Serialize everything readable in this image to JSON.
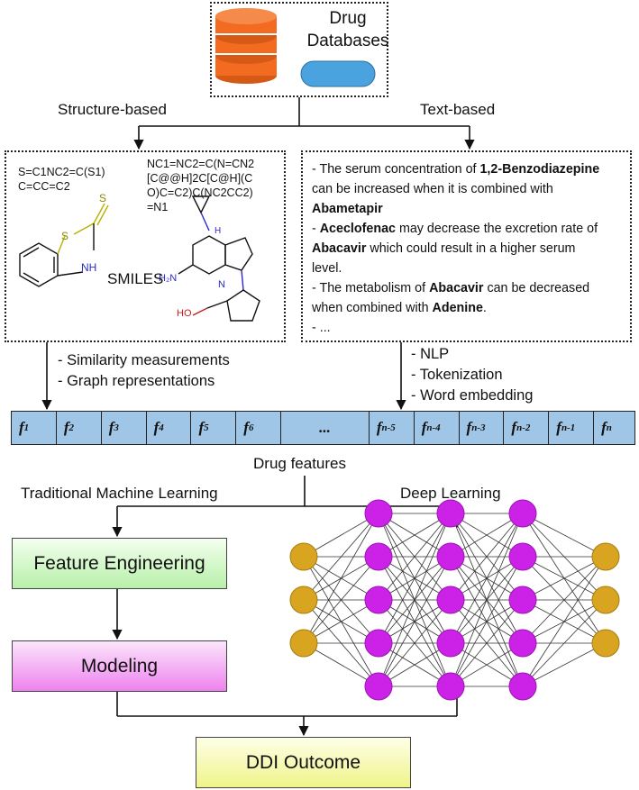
{
  "database": {
    "title_line1": "Drug",
    "title_line2": "Databases"
  },
  "branches": {
    "structure": "Structure-based",
    "text": "Text-based"
  },
  "structure_panel": {
    "smiles_1_line1": "S=C1NC2=C(S1)",
    "smiles_1_line2": "C=CC=C2",
    "smiles_2_line1": "NC1=NC2=C(N=CN2",
    "smiles_2_line2": "[C@@H]2C[C@H](C",
    "smiles_2_line3": "O)C=C2)C(NC2CC2)",
    "smiles_2_line4": "=N1",
    "smiles_label": "SMILES",
    "atom_S": "S",
    "atom_S2": "S",
    "atom_NH": "NH",
    "atom_N": "N",
    "atom_NH2": "H₂N",
    "atom_HO": "HO",
    "atom_H": "H"
  },
  "text_panel": {
    "l1a": "- The serum concentration of ",
    "l1b": "1,2-Benzodiazepine",
    "l2": "can be increased when it is combined with",
    "l3": "Abametapir",
    "l4a": "- ",
    "l4b": "Aceclofenac",
    "l4c": " may decrease the excretion rate of",
    "l5a": "Abacavir",
    "l5b": " which could result in a higher serum",
    "l6": "level.",
    "l7a": "- The metabolism of ",
    "l7b": "Abacavir",
    "l7c": " can be decreased",
    "l8a": "when combined with ",
    "l8b": "Adenine",
    "l8c": ".",
    "l9": "- ..."
  },
  "structure_methods": [
    "- Similarity measurements",
    "- Graph representations"
  ],
  "text_methods": [
    "- NLP",
    "- Tokenization",
    "- Word embedding"
  ],
  "features": {
    "cells": [
      {
        "base": "f",
        "sub": "1"
      },
      {
        "base": "f",
        "sub": "2"
      },
      {
        "base": "f",
        "sub": "3"
      },
      {
        "base": "f",
        "sub": "4"
      },
      {
        "base": "f",
        "sub": "5"
      },
      {
        "base": "f",
        "sub": "6"
      },
      {
        "base": "...",
        "sub": ""
      },
      {
        "base": "f",
        "sub": "n-5"
      },
      {
        "base": "f",
        "sub": "n-4"
      },
      {
        "base": "f",
        "sub": "n-3"
      },
      {
        "base": "f",
        "sub": "n-2"
      },
      {
        "base": "f",
        "sub": "n-1"
      },
      {
        "base": "f",
        "sub": "n"
      }
    ],
    "caption": "Drug features"
  },
  "learning": {
    "traditional": "Traditional Machine Learning",
    "deep": "Deep Learning"
  },
  "boxes": {
    "feature_engineering": "Feature Engineering",
    "modeling": "Modeling",
    "outcome": "DDI Outcome"
  },
  "colors": {
    "database_orange": "#f26b21",
    "database_blue": "#4aa3df",
    "feature_blue": "#9fc6e6",
    "node_gold": "#d9a520",
    "node_purple": "#cc22e8",
    "box_green": "#b7f0a8",
    "box_pink": "#ee82ee",
    "box_yellow": "#f0f488"
  },
  "network_layers": [
    3,
    5,
    5,
    5,
    3
  ]
}
